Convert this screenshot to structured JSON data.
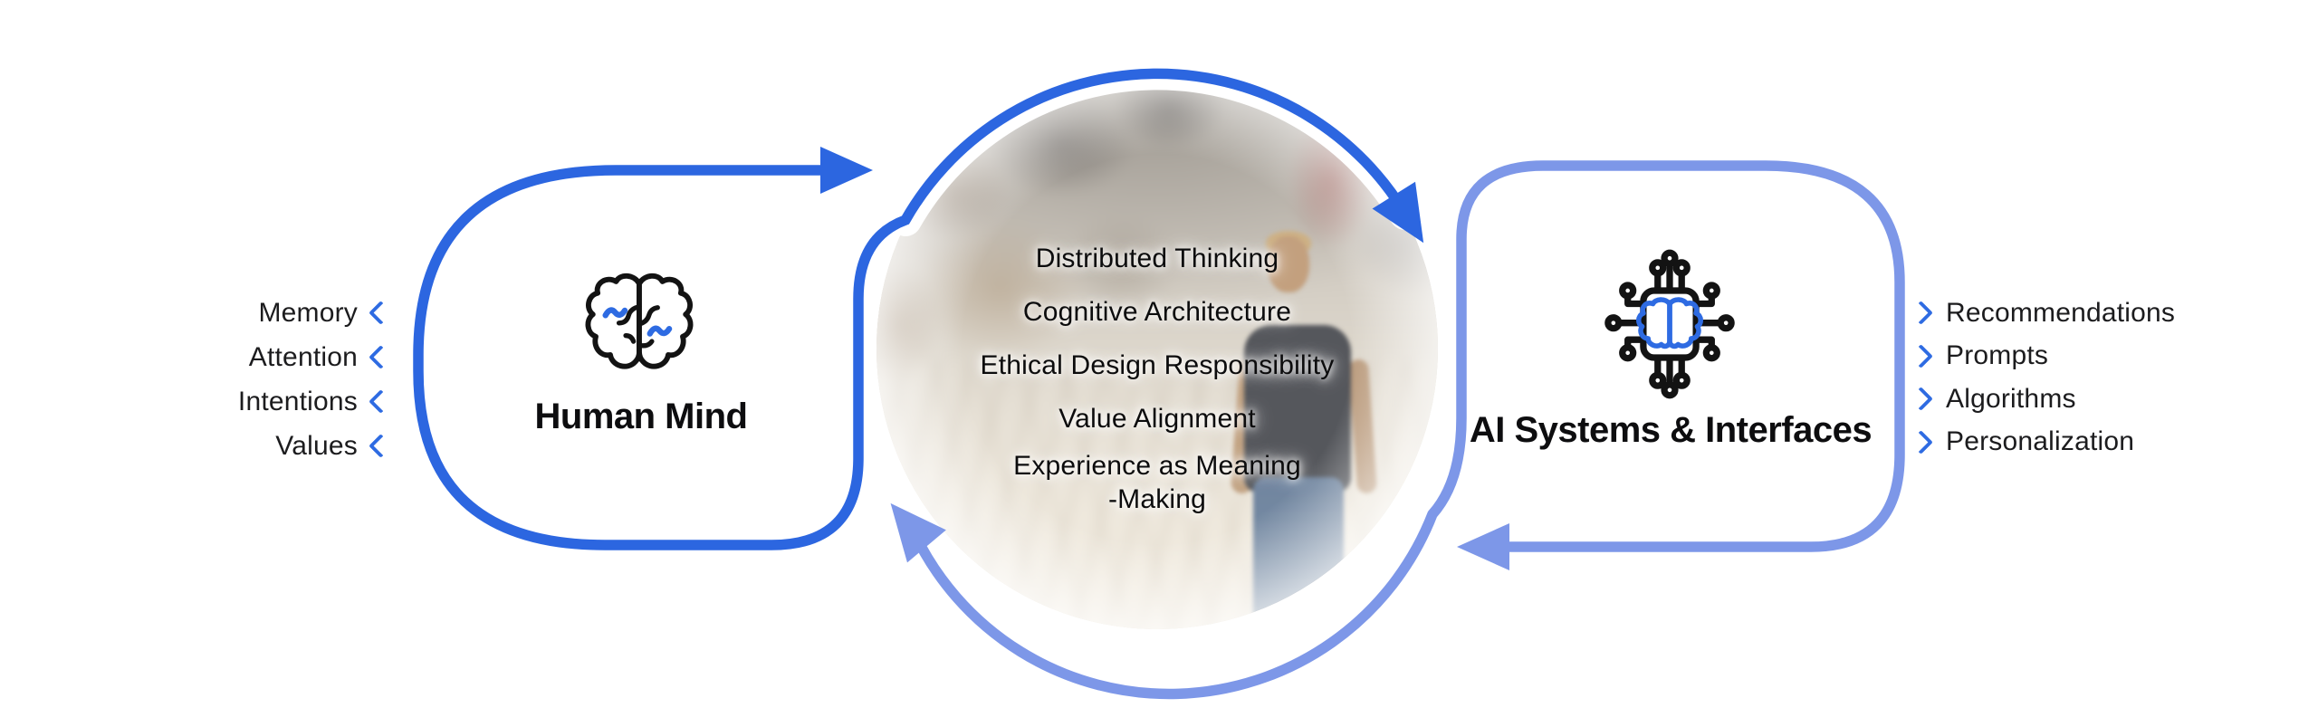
{
  "diagram_title": "Human Mind and AI Systems feedback cycle",
  "colors": {
    "primary_blue": "#2C66E0",
    "light_blue": "#7D97E8",
    "text_dark": "#161616",
    "background": "#FFFFFF"
  },
  "left_panel": {
    "title": "Human Mind",
    "icon": "brain-icon",
    "items": [
      "Memory",
      "Attention",
      "Intentions",
      "Values"
    ]
  },
  "center": {
    "items": [
      "Distributed Thinking",
      "Cognitive Architecture",
      "Ethical Design Responsibility",
      "Value Alignment",
      "Experience as Meaning\n-Making"
    ]
  },
  "right_panel": {
    "title": "AI Systems & Interfaces",
    "icon": "ai-chip-icon",
    "items": [
      "Recommendations",
      "Prompts",
      "Algorithms",
      "Personalization"
    ]
  }
}
